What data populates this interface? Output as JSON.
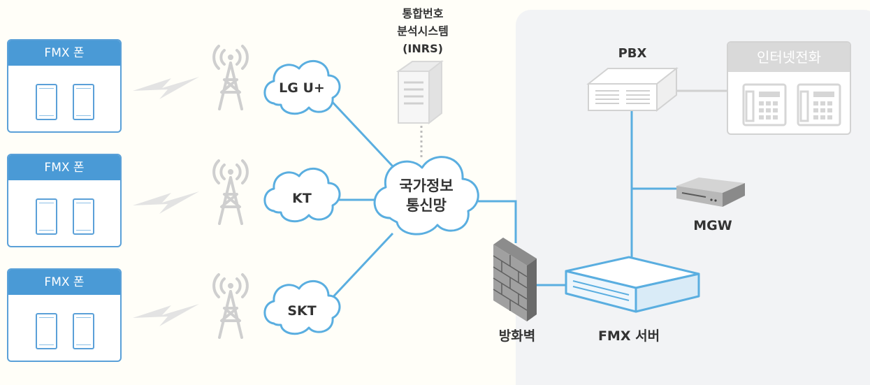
{
  "fmx_phones": [
    {
      "label": "FMX 폰"
    },
    {
      "label": "FMX 폰"
    },
    {
      "label": "FMX 폰"
    }
  ],
  "carriers": [
    {
      "label": "LG U+"
    },
    {
      "label": "KT"
    },
    {
      "label": "SKT"
    }
  ],
  "national_network": {
    "line1": "국가정보",
    "line2": "통신망"
  },
  "inrs": {
    "line1": "통합번호",
    "line2": "분석시스템",
    "line3": "(INRS)"
  },
  "firewall": {
    "label": "방화벽"
  },
  "fmx_server": {
    "label": "FMX 서버"
  },
  "mgw": {
    "label": "MGW"
  },
  "pbx": {
    "label": "PBX"
  },
  "internet_phone": {
    "label": "인터넷전화"
  },
  "colors": {
    "link": "#5aaee0",
    "cloud_stroke": "#5aaee0",
    "header_blue": "#4a9ad6",
    "faded_grey": "#d6d6d6",
    "panel_bg": "#f2f3f5"
  }
}
